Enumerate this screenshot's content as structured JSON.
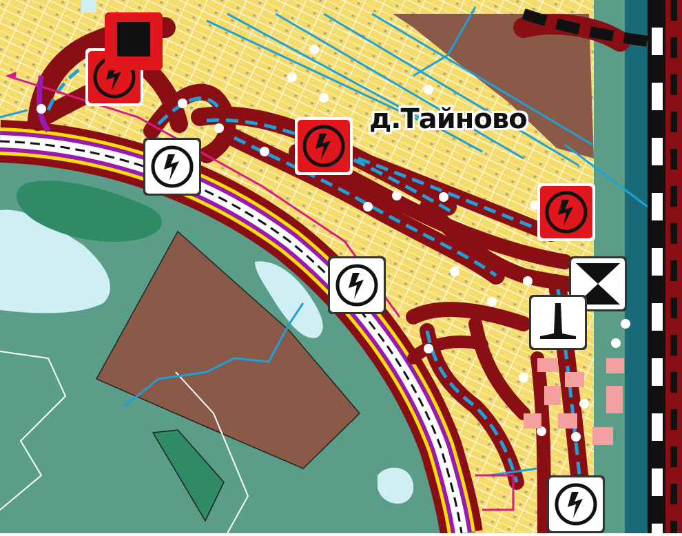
{
  "map": {
    "place_label": "д.Тайново",
    "colors": {
      "residential": "#f5dc6a",
      "road_fill": "#8a0f14",
      "forest": "#5a9e8a",
      "water": "#cfeff5",
      "industrial": "#8a5a48",
      "park": "#2f8a66",
      "pipeline": "#1ea0d8",
      "railway_dark": "#111111",
      "highway_purple": "#9a1ab0",
      "highway_yellow": "#ffe000"
    },
    "icons": [
      {
        "name": "substation-red-icon",
        "style": "red"
      },
      {
        "name": "substation-red-icon",
        "style": "red"
      },
      {
        "name": "substation-red-icon",
        "style": "red"
      },
      {
        "name": "substation-white-icon",
        "style": "white"
      },
      {
        "name": "substation-white-icon",
        "style": "white"
      },
      {
        "name": "substation-white-icon",
        "style": "white"
      },
      {
        "name": "hourglass-icon",
        "style": "white"
      },
      {
        "name": "tower-icon",
        "style": "white"
      },
      {
        "name": "black-square-icon",
        "style": "red"
      }
    ]
  }
}
